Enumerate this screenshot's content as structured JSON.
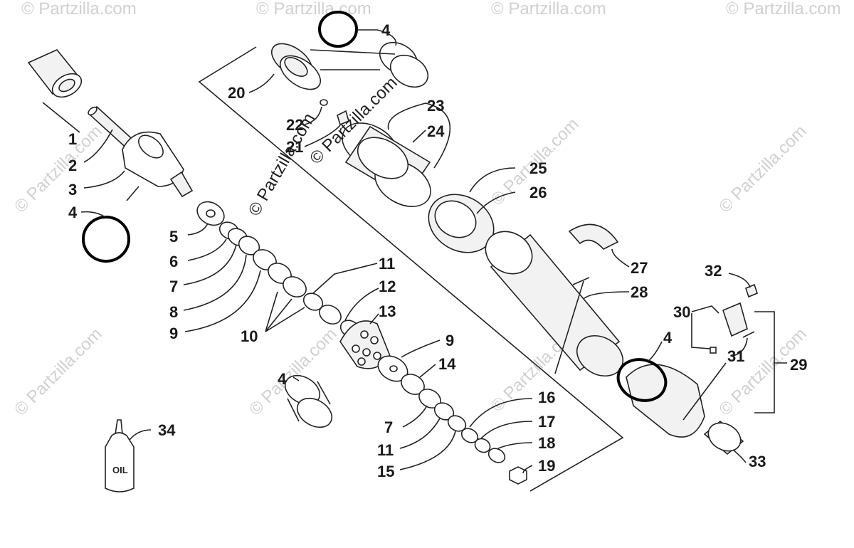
{
  "watermark": "© Partzilla.com",
  "oil_label": "OIL",
  "callouts": {
    "p1": "1",
    "p2": "2",
    "p3": "3",
    "p4a": "4",
    "p4b": "4",
    "p4c": "4",
    "p4d": "4",
    "p5": "5",
    "p6": "6",
    "p7a": "7",
    "p7b": "7",
    "p8": "8",
    "p9a": "9",
    "p9b": "9",
    "p10": "10",
    "p11a": "11",
    "p11b": "11",
    "p12": "12",
    "p13": "13",
    "p14": "14",
    "p15": "15",
    "p16": "16",
    "p17": "17",
    "p18": "18",
    "p19": "19",
    "p20": "20",
    "p21": "21",
    "p22": "22",
    "p23": "23",
    "p24": "24",
    "p25": "25",
    "p26": "26",
    "p27": "27",
    "p28": "28",
    "p29": "29",
    "p30": "30",
    "p31": "31",
    "p32": "32",
    "p33": "33",
    "p34": "34"
  }
}
